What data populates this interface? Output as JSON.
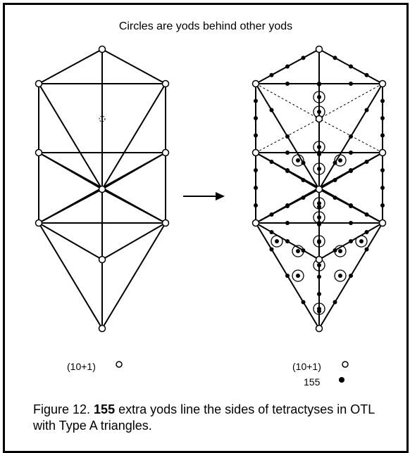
{
  "header": "Circles are yods behind other yods",
  "left_label": "(10+1)",
  "right_label": "(10+1)",
  "extra_count": "155",
  "caption": {
    "prefix": "Figure 12. ",
    "bold": "155",
    "suffix": " extra yods line the sides of tetractyses in OTL with Type A triangles."
  },
  "colors": {
    "line": "#000000",
    "hollow_yod": "#ffffff",
    "filled_yod": "#000000"
  }
}
